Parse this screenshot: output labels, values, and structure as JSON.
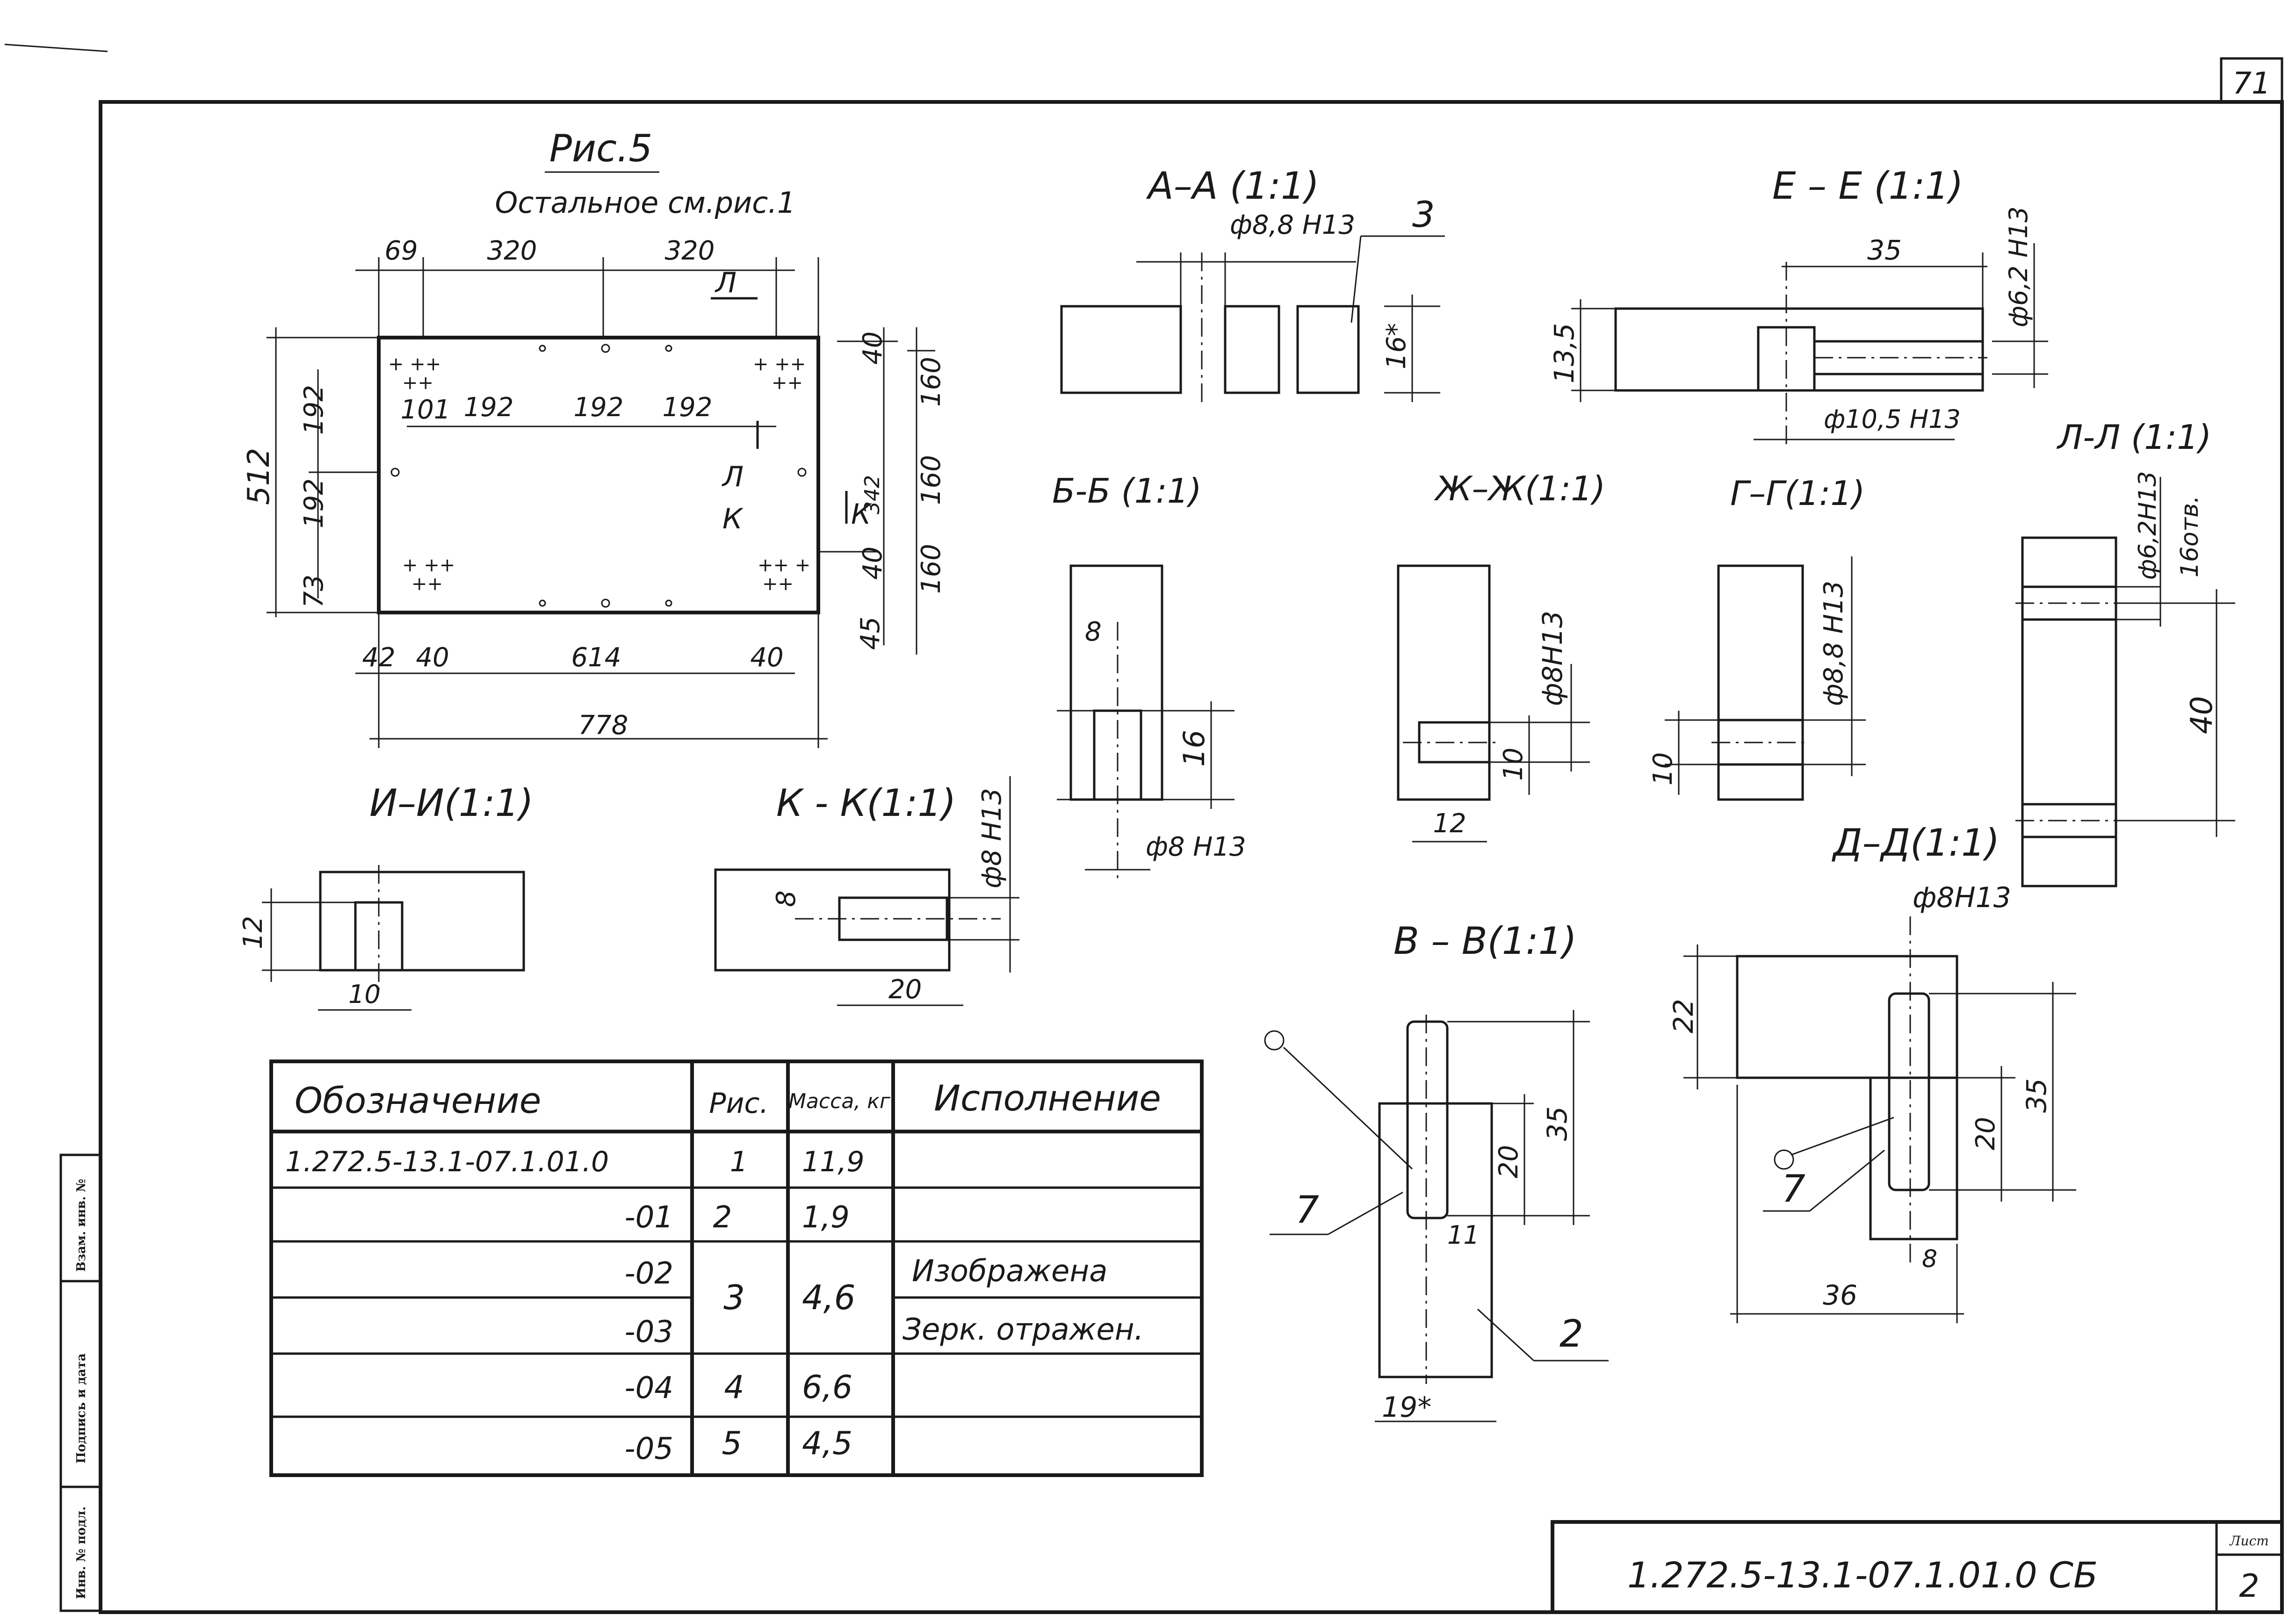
{
  "sheet_number": "71",
  "stamp": {
    "code": "1.272.5-13.1-07.1.01.0 СБ",
    "sheet_label": "Лист",
    "sheet_value": "2"
  },
  "side_stamp": {
    "inv_orig": "Инв. № подл.",
    "sign_date": "Подпись и дата",
    "inv_replace": "Взам. инв. №"
  },
  "fig5": {
    "title": "Рис.5",
    "subtitle": "Остальное см.рис.1",
    "dims": {
      "d69": "69",
      "d320a": "320",
      "d320b": "320",
      "d101": "101",
      "d192a": "192",
      "d192b": "192",
      "d192c": "192",
      "v192a": "192",
      "v192b": "192",
      "v73": "73",
      "v512": "512",
      "r40a": "40",
      "r160a": "160",
      "r160b": "160",
      "r160c": "160",
      "r40b": "40",
      "r45": "45",
      "r342": "342",
      "b42": "42",
      "b40a": "40",
      "b614": "614",
      "b40b": "40",
      "b778": "778"
    },
    "marks": {
      "L1": "Л",
      "L2": "Л",
      "K1": "К",
      "K2": "К"
    }
  },
  "sections": {
    "AA": {
      "title": "А–А (1:1)",
      "dim1": "ф8,8 Н13",
      "dim2": "16*",
      "callout": "3"
    },
    "EE": {
      "title": "Е – Е (1:1)",
      "dim1": "35",
      "dim2": "13,5",
      "dim3": "ф6,2 Н13",
      "dim4": "ф10,5 Н13"
    },
    "BB": {
      "title": "Б-Б (1:1)",
      "dim1": "8",
      "dim2": "16",
      "dim3": "ф8 Н13"
    },
    "ZhZh": {
      "title": "Ж–Ж(1:1)",
      "dim1": "ф8Н13",
      "dim2": "10",
      "dim3": "12"
    },
    "GG": {
      "title": "Г–Г(1:1)",
      "dim1": "ф8,8 Н13",
      "dim2": "10"
    },
    "LL": {
      "title": "Л-Л (1:1)",
      "dim1": "ф6,2Н13",
      "dim2": "16отв.",
      "dim3": "40"
    },
    "II": {
      "title": "И–И(1:1)",
      "dim1": "12",
      "dim2": "10"
    },
    "KK": {
      "title": "К - К(1:1)",
      "dim1": "8",
      "dim2": "ф8 Н13",
      "dim3": "20"
    },
    "VV": {
      "title": "В – В(1:1)",
      "dim1": "35",
      "dim2": "20",
      "dim3": "11",
      "dim4": "19*",
      "callout1": "7",
      "callout2": "2"
    },
    "DD": {
      "title": "Д–Д(1:1)",
      "dim1": "ф8Н13",
      "dim2": "22",
      "dim3": "20",
      "dim4": "35",
      "dim5": "8",
      "dim6": "36",
      "callout": "7"
    }
  },
  "table": {
    "headers": [
      "Обозначение",
      "Рис.",
      "Масса, кг",
      "Исполнение"
    ],
    "rows": [
      {
        "designation": "1.272.5-13.1-07.1.01.0",
        "fig": "1",
        "mass": "11,9",
        "variant": ""
      },
      {
        "designation": "-01",
        "fig": "2",
        "mass": "1,9",
        "variant": ""
      },
      {
        "designation": "-02",
        "fig": "3",
        "mass": "4,6",
        "variant": "Изображена"
      },
      {
        "designation": "-03",
        "fig": "",
        "mass": "",
        "variant": "Зерк. отражен."
      },
      {
        "designation": "-04",
        "fig": "4",
        "mass": "6,6",
        "variant": ""
      },
      {
        "designation": "-05",
        "fig": "5",
        "mass": "4,5",
        "variant": ""
      }
    ]
  }
}
